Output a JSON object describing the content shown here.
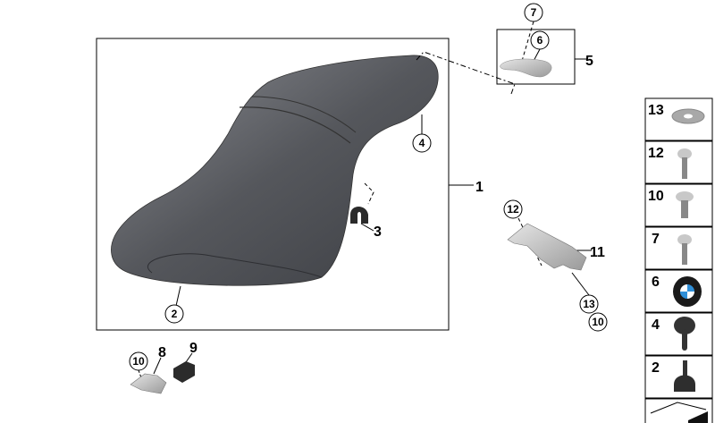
{
  "diagram": {
    "main_group_label": "1",
    "circled_callouts": {
      "c7": "7",
      "c6": "6",
      "c4": "4",
      "c2": "2",
      "c12": "12",
      "c13": "13",
      "c10_right": "10",
      "c10_left": "10"
    },
    "plain_callouts": {
      "p5": "5",
      "p1": "1",
      "p3": "3",
      "p11": "11",
      "p8": "8",
      "p9": "9"
    }
  },
  "parts_column": [
    {
      "number": "13",
      "icon": "washer-icon"
    },
    {
      "number": "12",
      "icon": "screw-icon"
    },
    {
      "number": "10",
      "icon": "screw-icon"
    },
    {
      "number": "7",
      "icon": "screw-icon"
    },
    {
      "number": "6",
      "icon": "bmw-badge-icon"
    },
    {
      "number": "4",
      "icon": "rubber-buffer-icon"
    },
    {
      "number": "2",
      "icon": "rubber-buffer-icon"
    },
    {
      "number": "",
      "icon": "parts-kit-icon"
    }
  ],
  "colors": {
    "seat": "#5e6066",
    "bmw_blue": "#2f8fd8"
  }
}
